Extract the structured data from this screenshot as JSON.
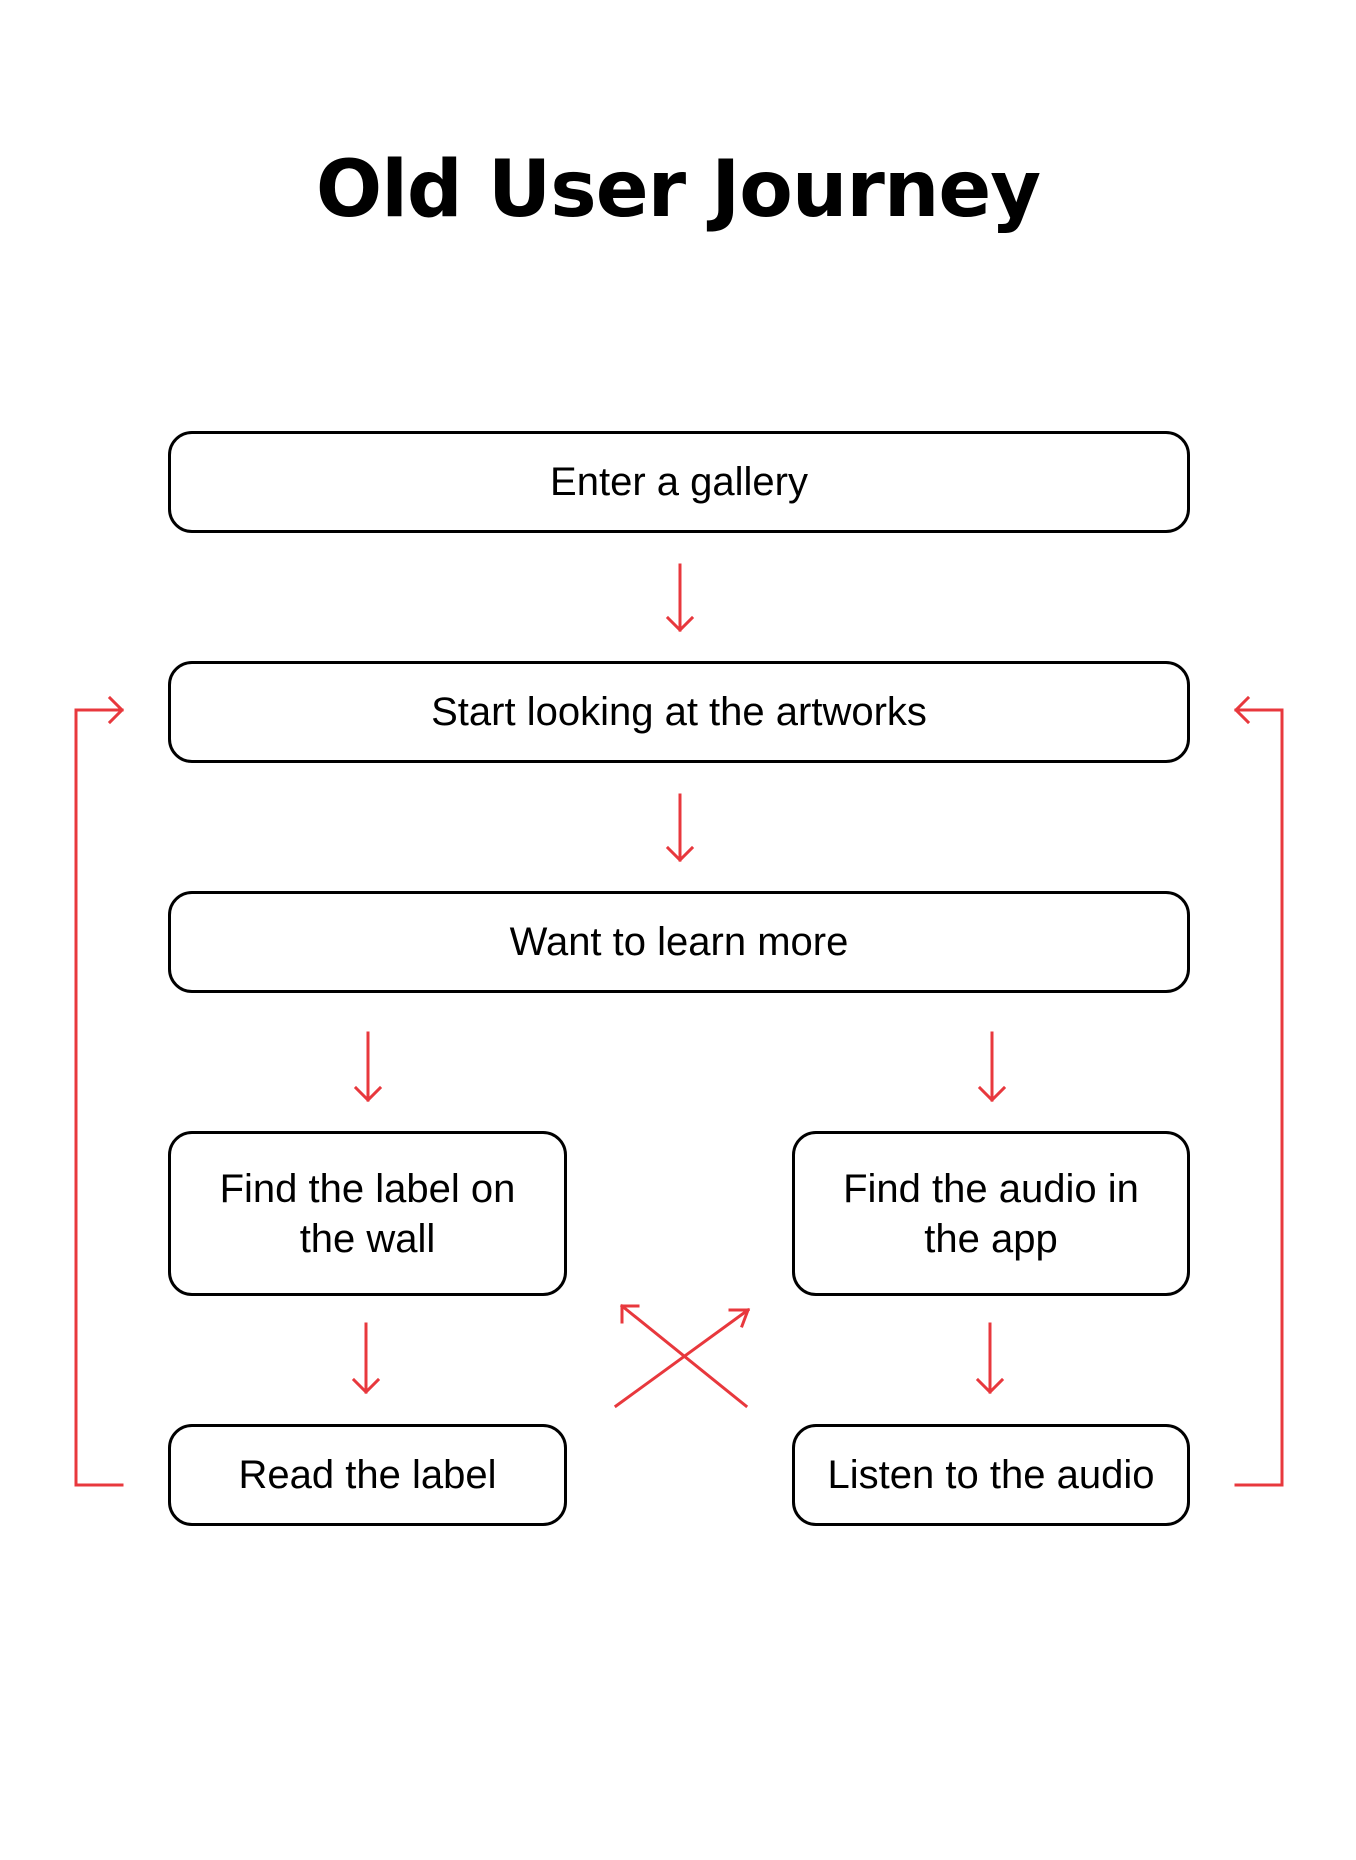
{
  "title": "Old User Journey",
  "steps": {
    "enter_gallery": "Enter a gallery",
    "start_looking": "Start looking at the artworks",
    "want_learn": "Want to learn more",
    "find_label": "Find the label on the wall",
    "find_audio": "Find the audio in the app",
    "read_label": "Read the label",
    "listen_audio": "Listen to the audio"
  },
  "colors": {
    "arrow": "#e8383d",
    "box_border": "#000000",
    "background": "#ffffff"
  }
}
